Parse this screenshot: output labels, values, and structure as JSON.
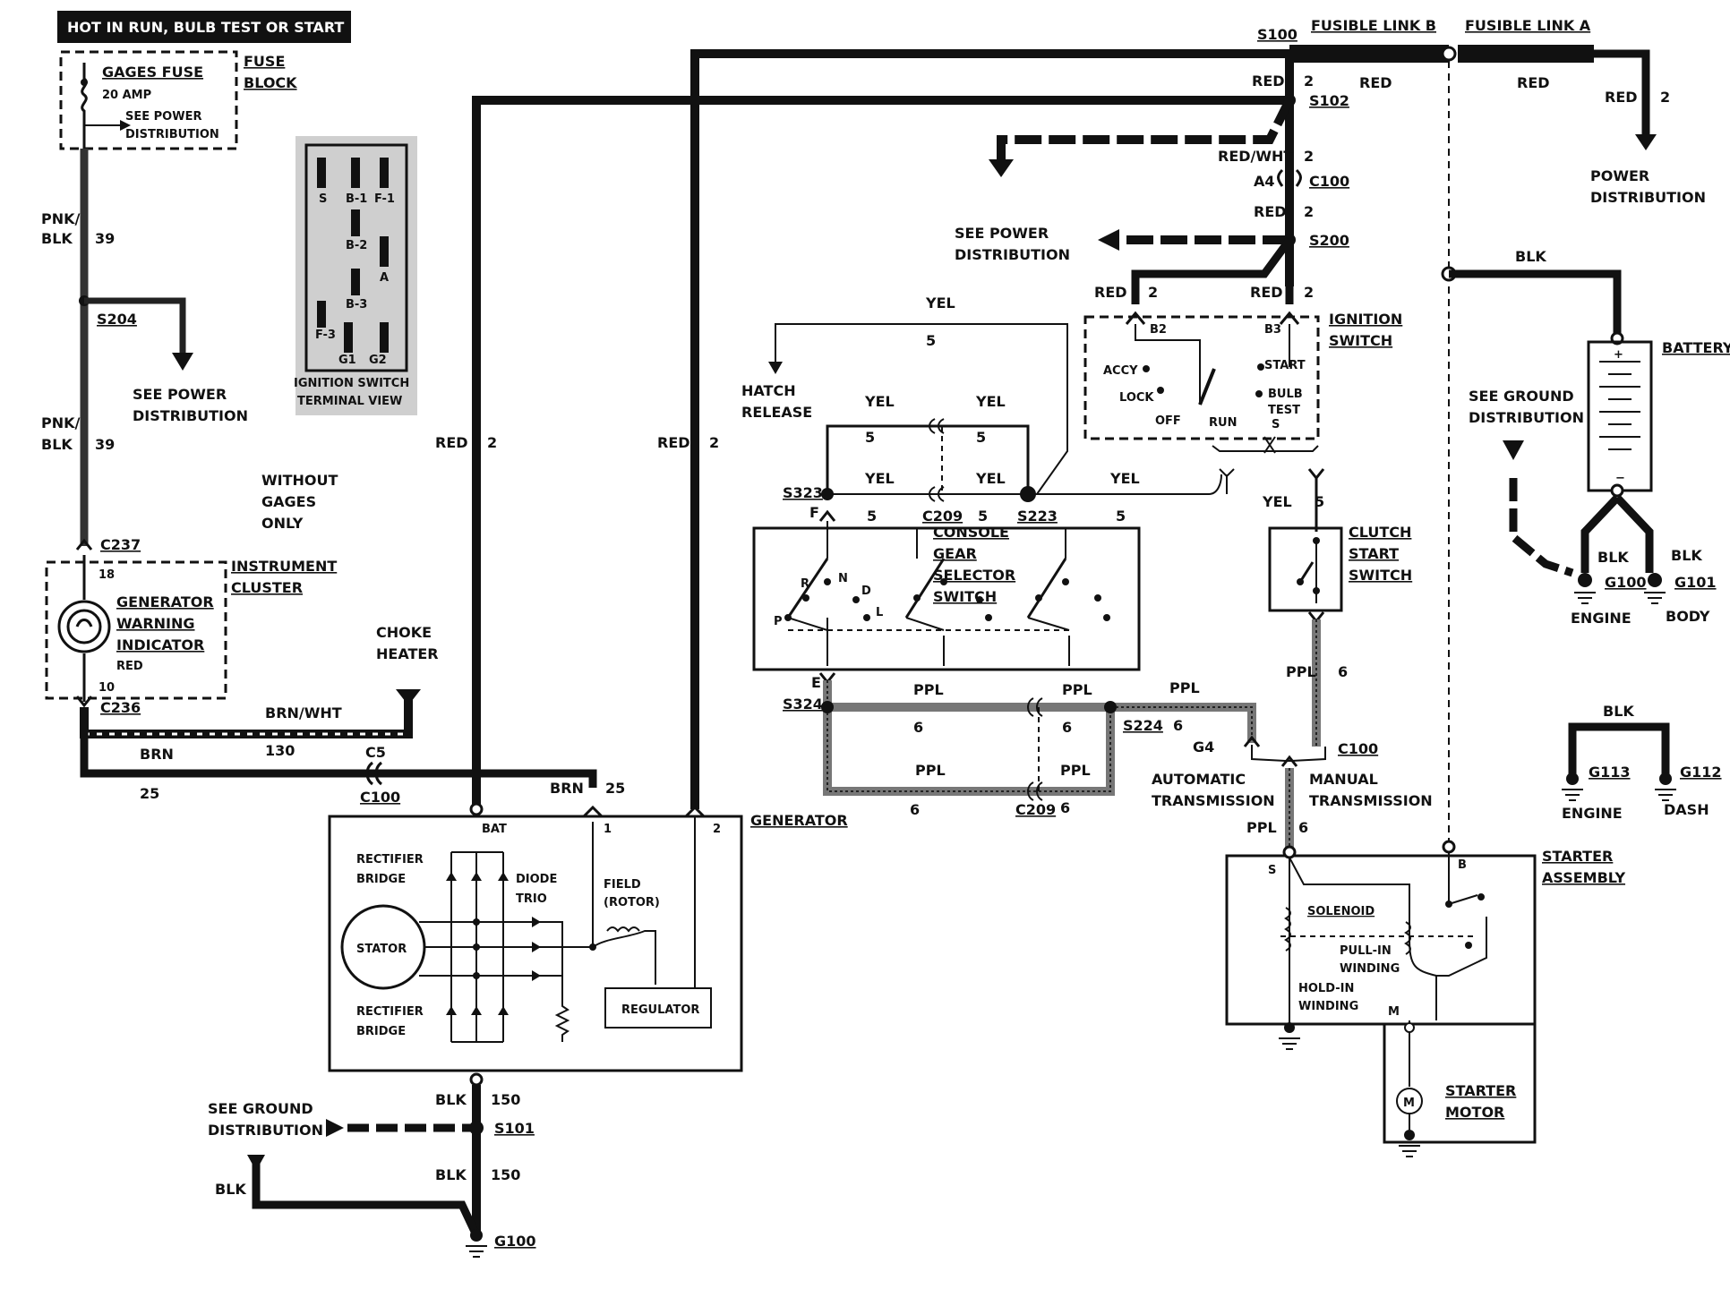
{
  "header": {
    "hot_label": "HOT IN RUN,   BULB TEST OR START"
  },
  "fuse": {
    "fuse_name": "GAGES FUSE",
    "rating": "20 AMP",
    "see_power_1": "SEE POWER",
    "see_power_2": "DISTRIBUTION",
    "block_1": "FUSE",
    "block_2": "BLOCK"
  },
  "left_circuit": {
    "pnk_blk_1a": "PNK/",
    "pnk_blk_1b": "BLK",
    "circuit_39_a": "39",
    "s204": "S204",
    "see_power_1": "SEE POWER",
    "see_power_2": "DISTRIBUTION",
    "pnk_blk_2a": "PNK/",
    "pnk_blk_2b": "BLK",
    "circuit_39_b": "39",
    "without_1": "WITHOUT",
    "without_2": "GAGES",
    "without_3": "ONLY",
    "c237": "C237",
    "pin_18": "18",
    "pin_10": "10",
    "c236": "C236"
  },
  "instrument_cluster": {
    "title_1": "INSTRUMENT",
    "title_2": "CLUSTER",
    "indicator_1": "GENERATOR",
    "indicator_2": "WARNING",
    "indicator_3": "INDICATOR",
    "color": "RED"
  },
  "choke": {
    "line_1": "CHOKE",
    "line_2": "HEATER",
    "wire": "BRN/WHT",
    "circuit": "130"
  },
  "brn_wire": {
    "brn": "BRN",
    "c5": "C5",
    "c100": "C100",
    "circuit_25": "25",
    "brn_gen": "BRN",
    "circuit_25_gen": "25"
  },
  "ignition_terminal_view": {
    "caption_1": "IGNITION SWITCH",
    "caption_2": "TERMINAL VIEW",
    "t_s": "S",
    "t_b1": "B-1",
    "t_f1": "F-1",
    "t_b2": "B-2",
    "t_a": "A",
    "t_b3": "B-3",
    "t_f3": "F-3",
    "t_g1": "G1",
    "t_g2": "G2"
  },
  "generator": {
    "red_1": "RED",
    "circ_1": "2",
    "red_2": "RED",
    "circ_2": "2",
    "title": "GENERATOR",
    "bat": "BAT",
    "pin_1": "1",
    "pin_2": "2",
    "rect_1a": "RECTIFIER",
    "rect_1b": "BRIDGE",
    "diode_1": "DIODE",
    "diode_2": "TRIO",
    "field_1": "FIELD",
    "field_2": "(ROTOR)",
    "stator": "STATOR",
    "rect_2a": "RECTIFIER",
    "rect_2b": "BRIDGE",
    "regulator": "REGULATOR"
  },
  "ground_left": {
    "see_1": "SEE GROUND",
    "see_2": "DISTRIBUTION",
    "blk_1": "BLK",
    "circ_1": "150",
    "s101": "S101",
    "blk_2": "BLK",
    "circ_2": "150",
    "blk_3": "BLK",
    "g100": "G100"
  },
  "top_right": {
    "s100": "S100",
    "link_b": "FUSIBLE LINK B",
    "link_a": "FUSIBLE LINK A",
    "red_a": "RED",
    "circ_2a": "2",
    "red_b": "RED",
    "red_c": "RED",
    "red_d": "RED",
    "circ_2d": "2",
    "s102": "S102",
    "power_1": "POWER",
    "power_2": "DISTRIBUTION",
    "red_wht": "RED/WHT",
    "circ_2e": "2",
    "a4": "A4",
    "c100": "C100",
    "red_e": "RED",
    "circ_2f": "2",
    "s200": "S200",
    "see_power_1": "SEE POWER",
    "see_power_2": "DISTRIBUTION",
    "red_f": "RED",
    "circ_2g": "2",
    "red_g": "RED",
    "circ_2h": "2"
  },
  "ignition_switch": {
    "title_1": "IGNITION",
    "title_2": "SWITCH",
    "b2": "B2",
    "b3": "B3",
    "accy": "ACCY",
    "lock": "LOCK",
    "off": "OFF",
    "run": "RUN",
    "start": "START",
    "bulb_1": "BULB",
    "bulb_2": "TEST",
    "bulb_3": "S"
  },
  "hatch": {
    "yel_top": "YEL",
    "circ_5": "5",
    "release_1": "HATCH",
    "release_2": "RELEASE",
    "yel_a": "YEL",
    "yel_b": "YEL",
    "c5a": "5",
    "c5b": "5",
    "yel_c": "YEL",
    "yel_d": "YEL",
    "yel_e": "YEL",
    "s323": "S323",
    "s223": "S223",
    "c209": "C209",
    "f": "F",
    "c5c": "5",
    "c5d": "5",
    "c5e": "5"
  },
  "console_switch": {
    "title_1": "CONSOLE",
    "title_2": "GEAR",
    "title_3": "SELECTOR",
    "title_4": "SWITCH",
    "p": "P",
    "r": "R",
    "n": "N",
    "d": "D",
    "l": "L"
  },
  "ppl_section": {
    "e": "E",
    "s324": "S324",
    "ppl_a": "PPL",
    "ppl_b": "PPL",
    "ppl_c": "PPL",
    "c6a": "6",
    "c6b": "6",
    "s224": "S224",
    "c6c": "6",
    "ppl_d": "PPL",
    "ppl_e": "PPL",
    "c6d": "6",
    "c209": "C209",
    "c6e": "6",
    "c6f": "6",
    "g4": "G4",
    "c100": "C100",
    "auto_1": "AUTOMATIC",
    "auto_2": "TRANSMISSION",
    "man_1": "MANUAL",
    "man_2": "TRANSMISSION",
    "ppl_f": "PPL",
    "c6g": "6",
    "ppl_g": "PPL",
    "c6h": "6"
  },
  "clutch": {
    "yel": "YEL",
    "circ_5": "5",
    "title_1": "CLUTCH",
    "title_2": "START",
    "title_3": "SWITCH"
  },
  "battery": {
    "blk": "BLK",
    "title": "BATTERY",
    "see_ground_1": "SEE GROUND",
    "see_ground_2": "DISTRIBUTION",
    "blk_engine": "BLK",
    "blk_body": "BLK",
    "g100": "G100",
    "g101": "G101",
    "engine": "ENGINE",
    "body": "BODY",
    "blk_2": "BLK",
    "g113": "G113",
    "g112": "G112",
    "engine_2": "ENGINE",
    "dash": "DASH"
  },
  "starter": {
    "title_1": "STARTER",
    "title_2": "ASSEMBLY",
    "s": "S",
    "b": "B",
    "m": "M",
    "solenoid": "SOLENOID",
    "pull_1": "PULL-IN",
    "pull_2": "WINDING",
    "hold_1": "HOLD-IN",
    "hold_2": "WINDING",
    "motor_1": "STARTER",
    "motor_2": "MOTOR",
    "motor_sym": "M"
  }
}
